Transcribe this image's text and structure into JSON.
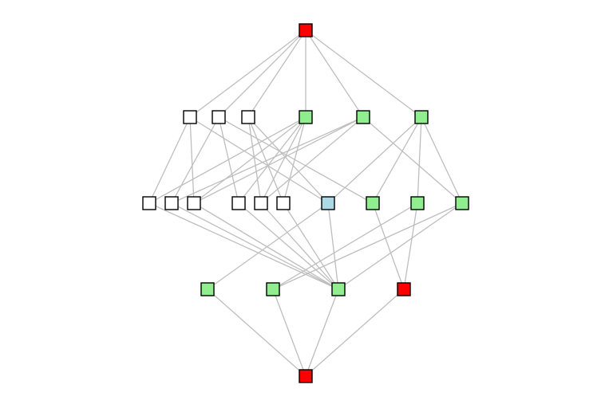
{
  "colors": {
    "background": "#ffffff",
    "edge": "#bebebe",
    "outline": "#000000",
    "white": "#ffffff",
    "green": "#90ee90",
    "red": "#ff0000",
    "blue": "#add8e6"
  },
  "graph": {
    "nodes": [
      {
        "id": "top",
        "level": 0,
        "slot": 0,
        "fill": "red"
      },
      {
        "id": "a1",
        "level": 1,
        "slot": 0,
        "fill": "white"
      },
      {
        "id": "a2",
        "level": 1,
        "slot": 1,
        "fill": "white"
      },
      {
        "id": "a3",
        "level": 1,
        "slot": 2,
        "fill": "white"
      },
      {
        "id": "a4",
        "level": 1,
        "slot": 3,
        "fill": "green"
      },
      {
        "id": "a5",
        "level": 1,
        "slot": 4,
        "fill": "green"
      },
      {
        "id": "a6",
        "level": 1,
        "slot": 5,
        "fill": "green"
      },
      {
        "id": "b1",
        "level": 2,
        "slot": 0,
        "fill": "white"
      },
      {
        "id": "b2",
        "level": 2,
        "slot": 1,
        "fill": "white"
      },
      {
        "id": "b3",
        "level": 2,
        "slot": 2,
        "fill": "white"
      },
      {
        "id": "b4",
        "level": 2,
        "slot": 3,
        "fill": "white"
      },
      {
        "id": "b5",
        "level": 2,
        "slot": 4,
        "fill": "white"
      },
      {
        "id": "b6",
        "level": 2,
        "slot": 5,
        "fill": "white"
      },
      {
        "id": "b7",
        "level": 2,
        "slot": 6,
        "fill": "blue"
      },
      {
        "id": "b8",
        "level": 2,
        "slot": 7,
        "fill": "green"
      },
      {
        "id": "b9",
        "level": 2,
        "slot": 8,
        "fill": "green"
      },
      {
        "id": "b10",
        "level": 2,
        "slot": 9,
        "fill": "green"
      },
      {
        "id": "c1",
        "level": 3,
        "slot": 0,
        "fill": "green"
      },
      {
        "id": "c2",
        "level": 3,
        "slot": 1,
        "fill": "green"
      },
      {
        "id": "c3",
        "level": 3,
        "slot": 2,
        "fill": "green"
      },
      {
        "id": "c4",
        "level": 3,
        "slot": 3,
        "fill": "red"
      },
      {
        "id": "bot",
        "level": 4,
        "slot": 0,
        "fill": "red"
      }
    ],
    "edges": [
      [
        "top",
        "a1"
      ],
      [
        "top",
        "a2"
      ],
      [
        "top",
        "a3"
      ],
      [
        "top",
        "a4"
      ],
      [
        "top",
        "a5"
      ],
      [
        "top",
        "a6"
      ],
      [
        "a1",
        "b1"
      ],
      [
        "a1",
        "b3"
      ],
      [
        "a1",
        "b7"
      ],
      [
        "a2",
        "b2"
      ],
      [
        "a2",
        "b4"
      ],
      [
        "a2",
        "b8"
      ],
      [
        "a3",
        "b5"
      ],
      [
        "a3",
        "b6"
      ],
      [
        "a3",
        "b7"
      ],
      [
        "a4",
        "b1"
      ],
      [
        "a4",
        "b3"
      ],
      [
        "a4",
        "b4"
      ],
      [
        "a4",
        "b5"
      ],
      [
        "a4",
        "b6"
      ],
      [
        "a5",
        "b2"
      ],
      [
        "a5",
        "b3"
      ],
      [
        "a5",
        "b5"
      ],
      [
        "a5",
        "b10"
      ],
      [
        "a6",
        "b7"
      ],
      [
        "a6",
        "b8"
      ],
      [
        "a6",
        "b9"
      ],
      [
        "a6",
        "b10"
      ],
      [
        "b1",
        "c3"
      ],
      [
        "b2",
        "c3"
      ],
      [
        "b3",
        "c3"
      ],
      [
        "b4",
        "c3"
      ],
      [
        "b5",
        "c3"
      ],
      [
        "b6",
        "c3"
      ],
      [
        "b7",
        "c1"
      ],
      [
        "b7",
        "c3"
      ],
      [
        "b8",
        "c4"
      ],
      [
        "b9",
        "c2"
      ],
      [
        "b9",
        "c4"
      ],
      [
        "b10",
        "c2"
      ],
      [
        "b10",
        "c3"
      ],
      [
        "c1",
        "bot"
      ],
      [
        "c2",
        "bot"
      ],
      [
        "c3",
        "bot"
      ],
      [
        "c4",
        "bot"
      ]
    ]
  }
}
